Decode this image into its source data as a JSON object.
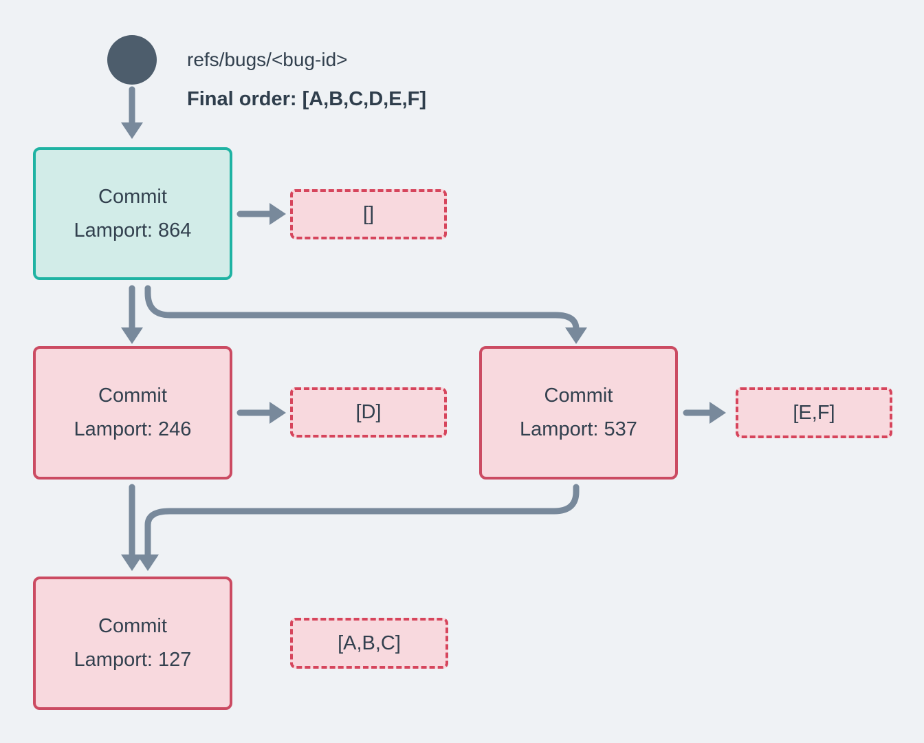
{
  "header": {
    "ref_label": "refs/bugs/<bug-id>",
    "final_order_label": "Final order: [A,B,C,D,E,F]"
  },
  "nodes": [
    {
      "id": "commit-864",
      "title": "Commit",
      "subtitle": "Lamport: 864",
      "style": "head"
    },
    {
      "id": "commit-246",
      "title": "Commit",
      "subtitle": "Lamport: 246",
      "style": "red"
    },
    {
      "id": "commit-537",
      "title": "Commit",
      "subtitle": "Lamport: 537",
      "style": "red"
    },
    {
      "id": "commit-127",
      "title": "Commit",
      "subtitle": "Lamport: 127",
      "style": "red"
    }
  ],
  "operations": [
    {
      "for": "commit-864",
      "label": "[]"
    },
    {
      "for": "commit-246",
      "label": "[D]"
    },
    {
      "for": "commit-537",
      "label": "[E,F]"
    },
    {
      "for": "commit-127",
      "label": "[A,B,C]"
    }
  ],
  "edges": [
    {
      "from": "ref-head",
      "to": "commit-864"
    },
    {
      "from": "commit-864",
      "to": "operations-empty"
    },
    {
      "from": "commit-864",
      "to": "commit-246"
    },
    {
      "from": "commit-864",
      "to": "commit-537"
    },
    {
      "from": "commit-246",
      "to": "operations-d"
    },
    {
      "from": "commit-537",
      "to": "operations-ef"
    },
    {
      "from": "commit-246",
      "to": "commit-127"
    },
    {
      "from": "commit-537",
      "to": "commit-127"
    },
    {
      "from": "commit-127",
      "to": "operations-abc"
    }
  ],
  "colors": {
    "background": "#eff2f5",
    "text": "#32404e",
    "ref_node": "#4d5d6c",
    "arrow": "#78899b",
    "head_node_border": "#1fb3a3",
    "head_node_fill": "#d2ece8",
    "commit_node_border": "#cb4b62",
    "commit_node_fill": "#f8d9de",
    "operations_border": "#d6455c",
    "operations_fill": "#f8d9de"
  }
}
